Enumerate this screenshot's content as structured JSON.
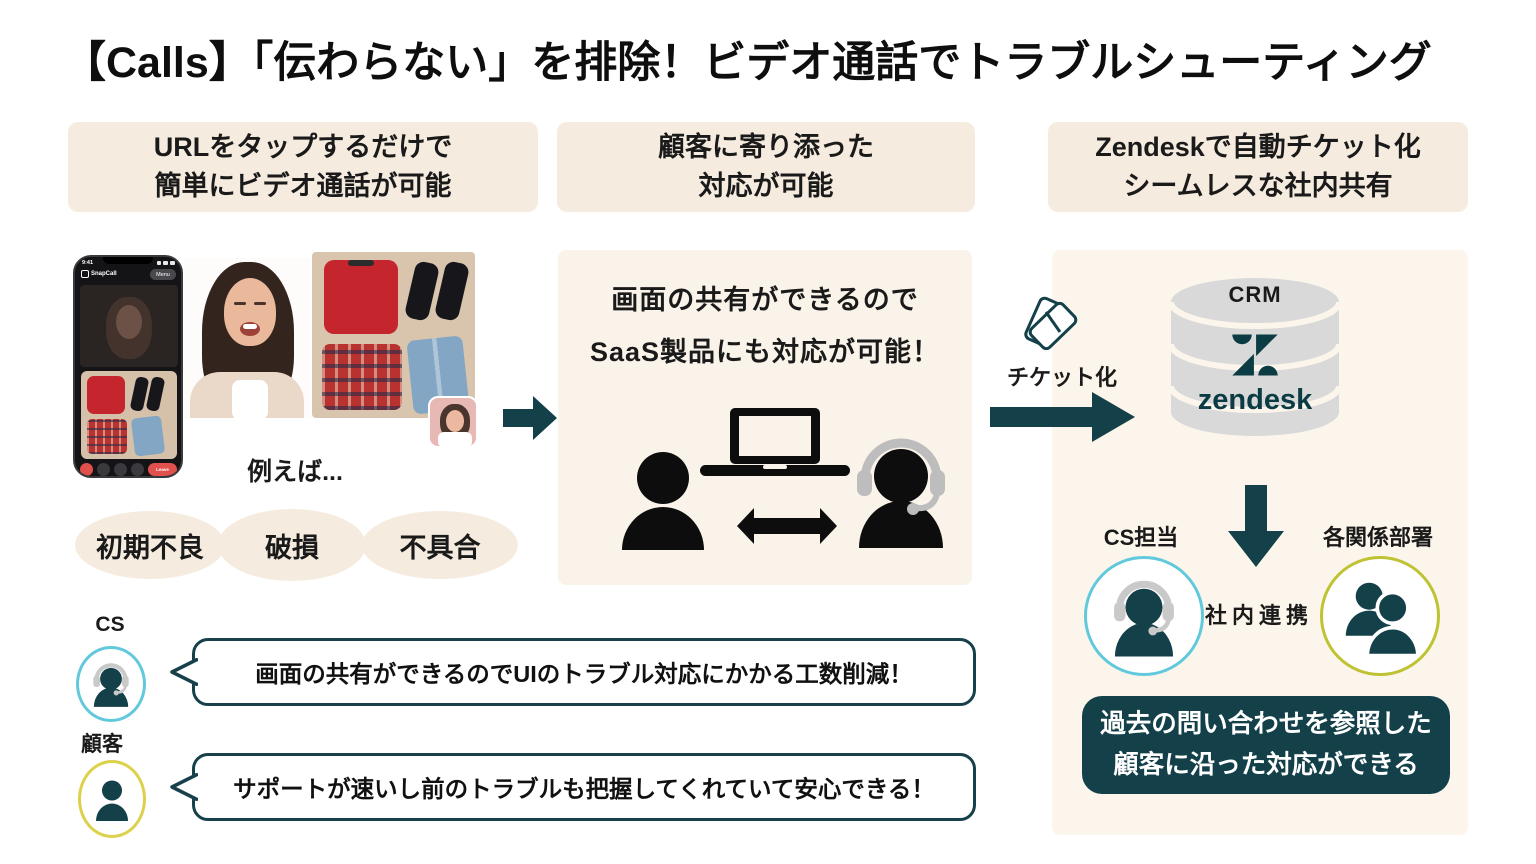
{
  "title": "【Calls】「伝わらない」を排除！ビデオ通話でトラブルシューティング",
  "columns": {
    "left": {
      "header_line1": "URLをタップするだけで",
      "header_line2": "簡単にビデオ通話が可能"
    },
    "middle": {
      "header_line1": "顧客に寄り添った",
      "header_line2": "対応が可能",
      "body_line1": "画面の共有ができるので",
      "body_line2": "SaaS製品にも対応が可能！"
    },
    "right": {
      "header_line1": "Zendeskで自動チケット化",
      "header_line2": "シームレスな社内共有"
    }
  },
  "phone": {
    "status_time": "9:41",
    "app_name": "SnapCall",
    "menu_label": "Menu",
    "leave_label": "Leave"
  },
  "example": {
    "label": "例えば...",
    "badges": [
      "初期不良",
      "破損",
      "不具合"
    ]
  },
  "testimonials": [
    {
      "speaker": "CS",
      "text": "画面の共有ができるのでUIのトラブル対応にかかる工数削減！"
    },
    {
      "speaker": "顧客",
      "text": "サポートが速いし前のトラブルも把握してくれていて安心できる！"
    }
  ],
  "ticketing": {
    "label": "チケット化",
    "crm_label": "CRM",
    "zendesk_wordmark": "zendesk"
  },
  "internal": {
    "cs_label": "CS担当",
    "dept_label": "各関係部署",
    "link_label": "社内連携",
    "benefit_line1": "過去の問い合わせを参照した",
    "benefit_line2": "顧客に沿った対応ができる"
  },
  "icons": [
    "phone-mockup",
    "video-call-photo",
    "clothes-photo",
    "block-arrow-right-icon",
    "person-icon",
    "laptop-icon",
    "double-arrow-icon",
    "headset-person-icon",
    "ticket-icon",
    "block-arrow-down-icon",
    "database-icon",
    "zendesk-logo-icon",
    "two-person-icon"
  ],
  "colors": {
    "dark_teal": "#14404a",
    "beige": "#f5ecdf",
    "cream": "#faf3e9",
    "light_cream": "#fcf5eb",
    "cyan": "#62c9dc",
    "customer_yellow": "#ddd04a",
    "olive": "#bfc233",
    "red": "#c5252c",
    "db_gray": "#d9d9d9",
    "icon_black": "#0d0d0d",
    "zendesk_teal": "#0b3c44"
  }
}
